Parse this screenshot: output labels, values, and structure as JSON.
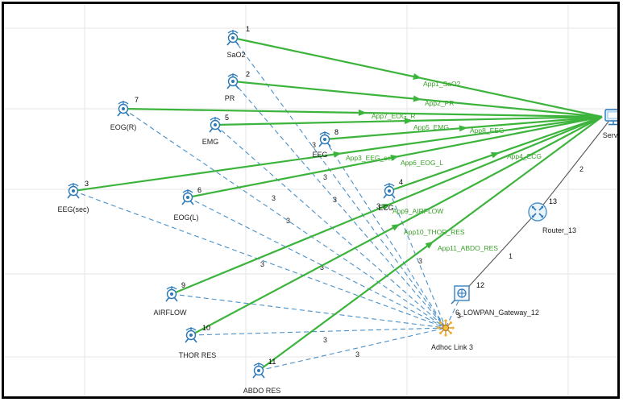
{
  "colors": {
    "app_link": "#3cb43c",
    "adhoc_link": "#4a90c8",
    "wired_link": "#555555",
    "sensor_icon": "#2a78b8",
    "grid": "#e6e6e6"
  },
  "nodes": [
    {
      "key": "sao2",
      "id": "1",
      "label": "SaO2",
      "icon": "sensor-icon"
    },
    {
      "key": "pr",
      "id": "2",
      "label": "PR",
      "icon": "sensor-icon"
    },
    {
      "key": "eogr",
      "id": "7",
      "label": "EOG(R)",
      "icon": "sensor-icon"
    },
    {
      "key": "emg",
      "id": "5",
      "label": "EMG",
      "icon": "sensor-icon"
    },
    {
      "key": "eeg",
      "id": "8",
      "label": "EEG",
      "icon": "sensor-icon"
    },
    {
      "key": "eegsec",
      "id": "3",
      "label": "EEG(sec)",
      "icon": "sensor-icon"
    },
    {
      "key": "eogl",
      "id": "6",
      "label": "EOG(L)",
      "icon": "sensor-icon"
    },
    {
      "key": "ecg",
      "id": "4",
      "label": "ECG",
      "icon": "sensor-icon"
    },
    {
      "key": "airflow",
      "id": "9",
      "label": "AIRFLOW",
      "icon": "sensor-icon"
    },
    {
      "key": "thor",
      "id": "10",
      "label": "THOR RES",
      "icon": "sensor-icon"
    },
    {
      "key": "abdo",
      "id": "11",
      "label": "ABDO RES",
      "icon": "sensor-icon"
    },
    {
      "key": "server",
      "id": "",
      "label": "Server",
      "icon": "server-icon"
    },
    {
      "key": "router",
      "id": "13",
      "label": "Router_13",
      "icon": "router-icon"
    },
    {
      "key": "gateway",
      "id": "12",
      "label": "6_LOWPAN_Gateway_12",
      "icon": "gateway-icon"
    },
    {
      "key": "adhoc",
      "id": "",
      "label": "Adhoc Link 3",
      "icon": "adhoc-link-icon"
    }
  ],
  "app_links": [
    {
      "from": "sao2",
      "label": "App1_SaO2"
    },
    {
      "from": "pr",
      "label": "App2_PR"
    },
    {
      "from": "eogr",
      "label": "App7_EOG_R"
    },
    {
      "from": "emg",
      "label": "App5_EMG"
    },
    {
      "from": "eeg",
      "label": "App8_EEG"
    },
    {
      "from": "eegsec",
      "label": "App3_EEG_sec"
    },
    {
      "from": "eogl",
      "label": "App6_EOG_L"
    },
    {
      "from": "ecg",
      "label": "App4_ECG"
    },
    {
      "from": "airflow",
      "label": "App9_AIRFLOW"
    },
    {
      "from": "thor",
      "label": "App10_THOR_RES"
    },
    {
      "from": "abdo",
      "label": "App11_ABDO_RES"
    }
  ],
  "adhoc_links": [
    {
      "from": "sao2",
      "label": "3"
    },
    {
      "from": "pr",
      "label": "3"
    },
    {
      "from": "eogr",
      "label": "3"
    },
    {
      "from": "emg",
      "label": "3"
    },
    {
      "from": "eeg",
      "label": "3"
    },
    {
      "from": "eegsec",
      "label": "3"
    },
    {
      "from": "eogl",
      "label": "3"
    },
    {
      "from": "ecg",
      "label": "3"
    },
    {
      "from": "airflow",
      "label": "3"
    },
    {
      "from": "thor",
      "label": "3"
    },
    {
      "from": "abdo",
      "label": "3"
    },
    {
      "from": "gateway",
      "label": "3"
    }
  ],
  "wired_links": [
    {
      "from": "server",
      "to": "router",
      "label": "2"
    },
    {
      "from": "router",
      "to": "gateway",
      "label": "1"
    }
  ]
}
